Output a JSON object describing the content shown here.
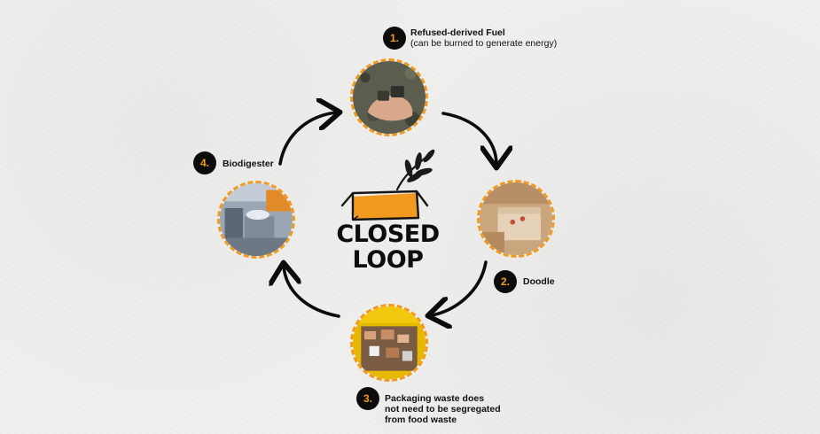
{
  "center": {
    "title_line1": "CLOSED",
    "title_line2": "LOOP"
  },
  "colors": {
    "accent": "#f29a1f",
    "ink": "#0c0c0c",
    "background": "#efefed"
  },
  "steps": [
    {
      "number": "1.",
      "title": "Refused-derived Fuel",
      "subtitle": "(can be burned to generate energy)",
      "photo": "hand-holding-fuel-pellets"
    },
    {
      "number": "2.",
      "title": "Doodle",
      "subtitle": "",
      "photo": "food-packaging-box"
    },
    {
      "number": "3.",
      "title_line1": "Packaging waste does",
      "title_line2": "not need to be segregated",
      "title_line3": "from food waste",
      "photo": "crate-of-mixed-waste"
    },
    {
      "number": "4.",
      "title": "Biodigester",
      "subtitle": "",
      "photo": "industrial-biodigester"
    }
  ],
  "icons": [
    "box-with-leaves-icon",
    "arrow-icon"
  ]
}
